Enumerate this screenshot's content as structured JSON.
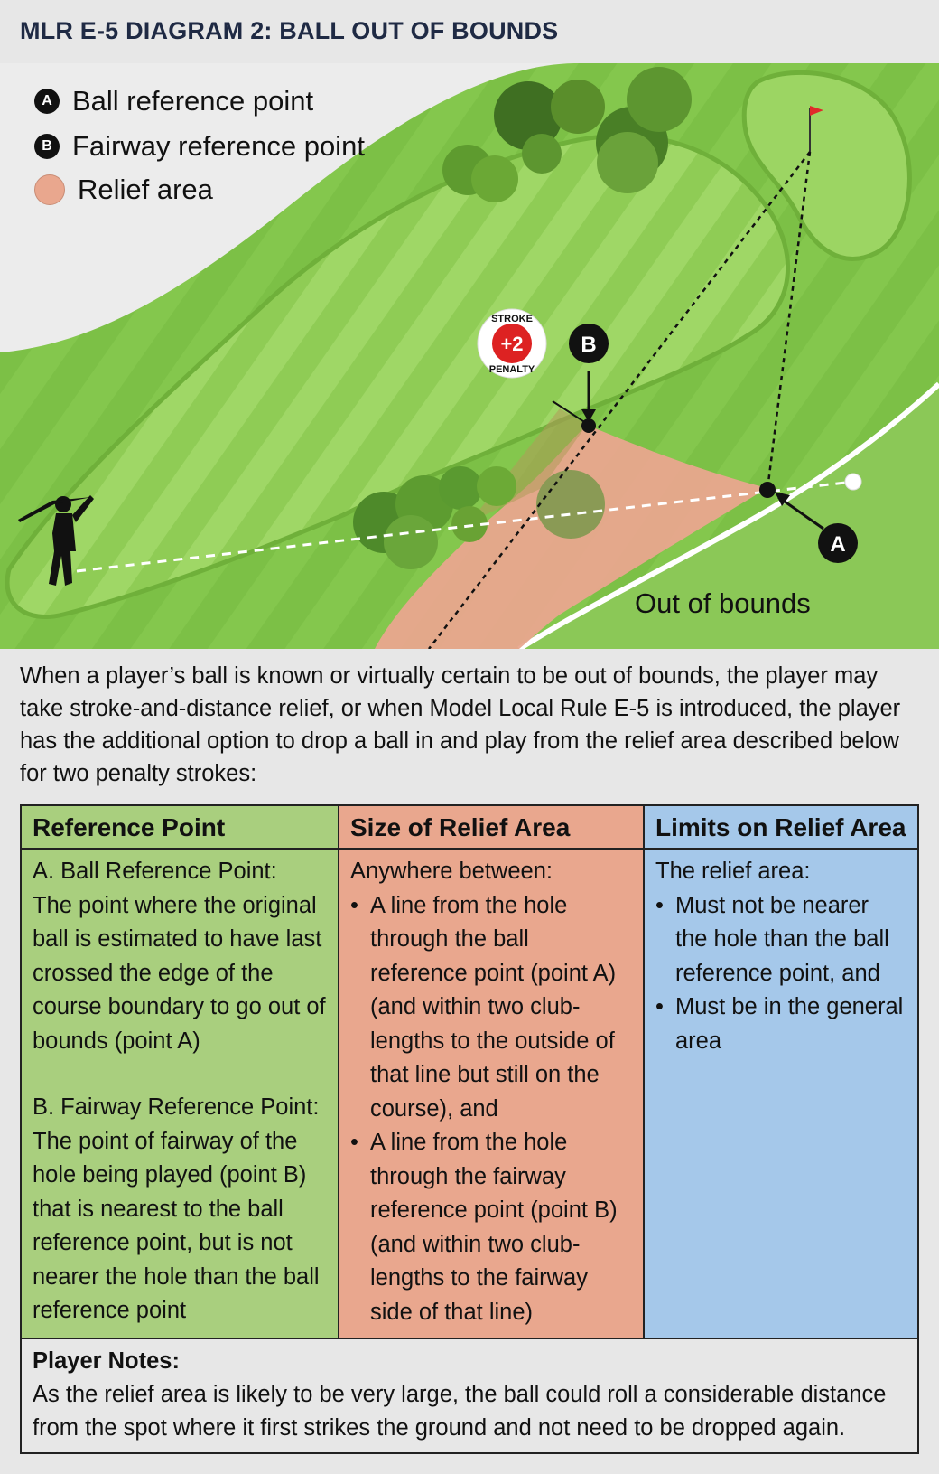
{
  "title": "MLR E-5 DIAGRAM 2:  BALL OUT OF BOUNDS",
  "legend": {
    "a_badge": "A",
    "a_label": "Ball reference point",
    "b_badge": "B",
    "b_label": "Fairway reference point",
    "relief_label": "Relief area"
  },
  "diagram": {
    "penalty_top": "STROKE",
    "penalty_value": "+2",
    "penalty_bottom": "PENALTY",
    "point_a": "A",
    "point_b": "B",
    "out_of_bounds": "Out of bounds"
  },
  "intro": "When a player’s ball is known or virtually certain to be out of bounds, the player may take stroke-and-distance relief, or when Model Local Rule E-5 is introduced, the player has the additional option to drop a ball in and play from the relief area described below for two penalty strokes:",
  "table": {
    "headers": [
      "Reference Point",
      "Size of Relief Area",
      "Limits on Relief Area"
    ],
    "col1": {
      "a_head": "A. Ball Reference Point:",
      "a_text": "The point where the original ball is estimated to have last crossed the edge of the course boundary to go out of bounds (point A)",
      "b_head": "B. Fairway Reference Point:",
      "b_text": "The point of fairway of the hole being played (point B) that is nearest to the ball reference point, but is not nearer the hole than the ball reference point"
    },
    "col2": {
      "intro": "Anywhere between:",
      "bullets": [
        "A line from the hole through the ball reference point (point A) (and within two club-lengths to the outside of that line but still on the course), and",
        "A line from the hole through the fairway reference point (point B) (and within two club-lengths to the fairway side of that line)"
      ]
    },
    "col3": {
      "intro": "The relief area:",
      "bullets": [
        "Must not be nearer the hole than the ball reference point, and",
        "Must be in the general area"
      ]
    }
  },
  "notes": {
    "title": "Player Notes:",
    "text": "As the relief area is likely to be very large, the ball could roll a considerable distance from the spot where it first strikes the ground and not need to be dropped again."
  },
  "colors": {
    "rough": "#7ec242",
    "fairway": "#94d058",
    "relief": "#e9a78e",
    "green_col": "#a9cf7e",
    "blue_col": "#a5c8ea",
    "title_text": "#1f2a44",
    "flag": "#e02a2a"
  }
}
